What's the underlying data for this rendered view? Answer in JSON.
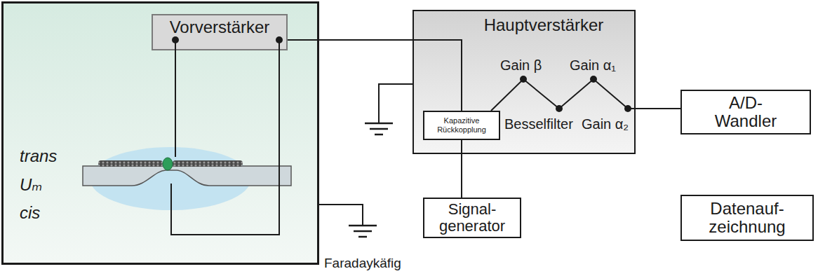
{
  "diagram": {
    "nodes": [
      {
        "text": [
          "Faradaykäfig"
        ]
      },
      {
        "text": [
          "Vorverstärker"
        ],
        "in": 0
      },
      {
        "text": [
          "Hauptverstärker"
        ]
      },
      {
        "text": [
          "Kapazitive Rückkopplung"
        ],
        "in": 2
      },
      {
        "text": [
          "Signal- generator"
        ]
      },
      {
        "text": [
          "A/D- Wandler"
        ]
      },
      {
        "text": [
          "Datenauf- zeichnung"
        ]
      }
    ],
    "edges": [
      {
        "from": 1,
        "to": 3,
        "arrow": "none"
      },
      {
        "from": 3,
        "to": 4,
        "arrow": "none"
      },
      {
        "from": 2,
        "to": 5,
        "arrow": "none"
      },
      {
        "from": 5,
        "to": 6,
        "arrow": "none"
      }
    ],
    "labels": [
      "trans",
      "Uₘ",
      "cis",
      "Gain β",
      "Gain α₁",
      "Besselfilter",
      "Gain α₂"
    ]
  }
}
